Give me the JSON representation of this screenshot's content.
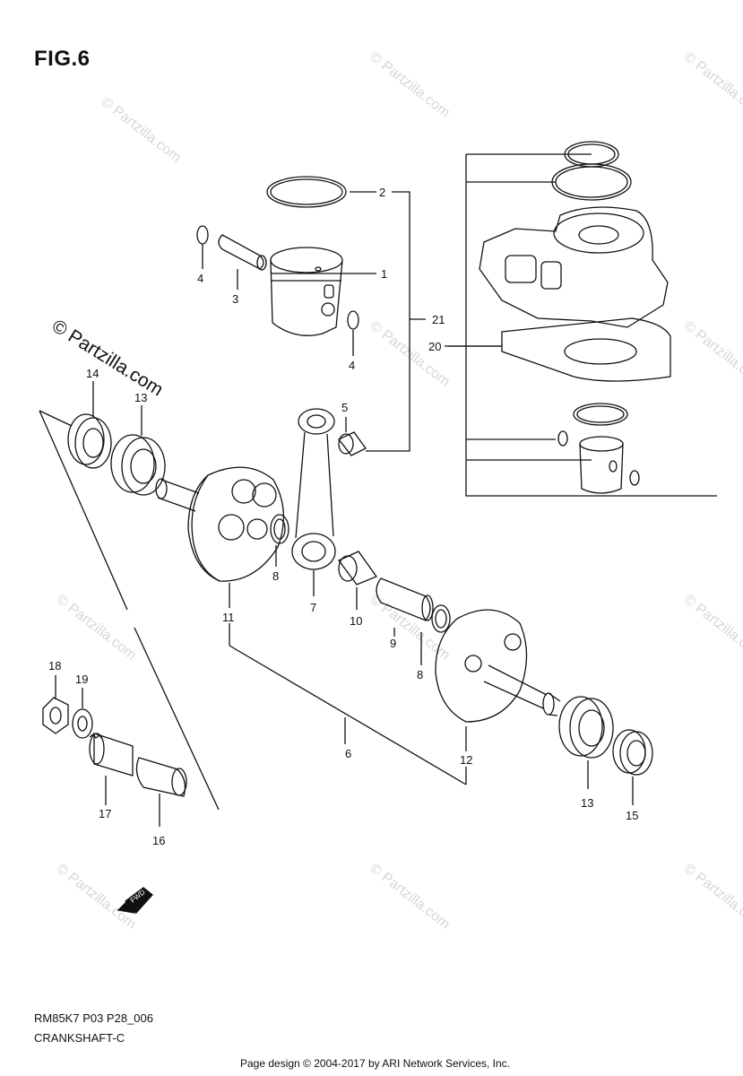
{
  "figure_label": "FIG.6",
  "diagram_code": "RM85K7 P03 P28_006",
  "diagram_name": "CRANKSHAFT-C",
  "credit": "Page design © 2004-2017 by ARI Network Services, Inc.",
  "watermark_text": "© Partzilla.com",
  "fwd_label": "FWD",
  "callouts": {
    "c1": "1",
    "c2": "2",
    "c3": "3",
    "c4a": "4",
    "c4b": "4",
    "c5": "5",
    "c6": "6",
    "c7": "7",
    "c8a": "8",
    "c8b": "8",
    "c9": "9",
    "c10": "10",
    "c11": "11",
    "c12": "12",
    "c13a": "13",
    "c13b": "13",
    "c14": "14",
    "c15": "15",
    "c16": "16",
    "c17": "17",
    "c18": "18",
    "c19": "19",
    "c20": "20",
    "c21": "21"
  }
}
